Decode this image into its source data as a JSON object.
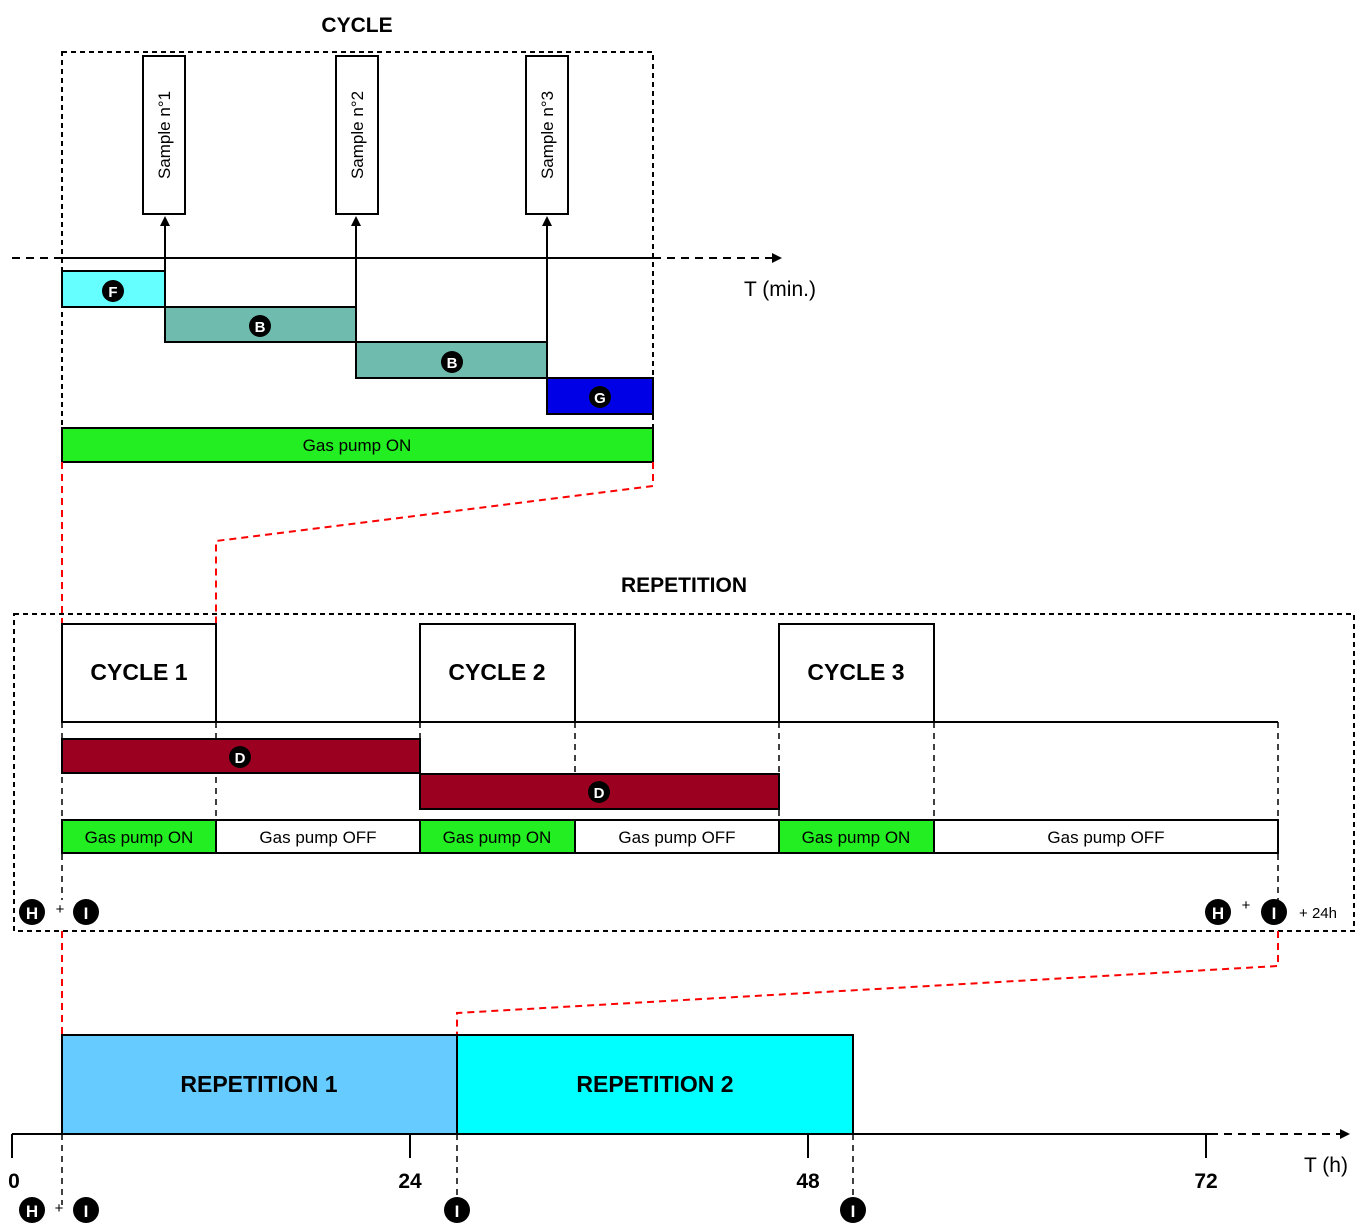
{
  "cycle": {
    "title": "CYCLE",
    "samples": [
      "Sample n°1",
      "Sample n°2",
      "Sample n°3"
    ],
    "axis_label": "T (min.)",
    "steps": [
      "F",
      "B",
      "B",
      "G"
    ],
    "pump_label": "Gas pump ON"
  },
  "repetition": {
    "title": "REPETITION",
    "cycles": [
      "CYCLE 1",
      "CYCLE 2",
      "CYCLE 3"
    ],
    "d_steps": [
      "D",
      "D"
    ],
    "pump_on": "Gas pump ON",
    "pump_off": "Gas pump OFF",
    "start_markers": [
      "H",
      "+",
      "I"
    ],
    "end_markers": [
      "H",
      "+",
      "I"
    ],
    "end_suffix": "+ 24h"
  },
  "timeline": {
    "repetitions": [
      "REPETITION 1",
      "REPETITION 2"
    ],
    "ticks": [
      "0",
      "24",
      "48",
      "72"
    ],
    "axis_label": "T (h)",
    "bottom_markers": {
      "start": [
        "H",
        "+",
        "I"
      ],
      "mid": "I",
      "end": "I"
    }
  },
  "colors": {
    "f_step": "#66ffff",
    "b_step": "#6fbcae",
    "g_step": "#0000e6",
    "pump_on": "#22ee22",
    "d_step": "#9c0020",
    "repetition_1": "#66ccff",
    "repetition_2": "#00ffff",
    "zoom_line": "#ff0000",
    "marker": "#000000"
  }
}
